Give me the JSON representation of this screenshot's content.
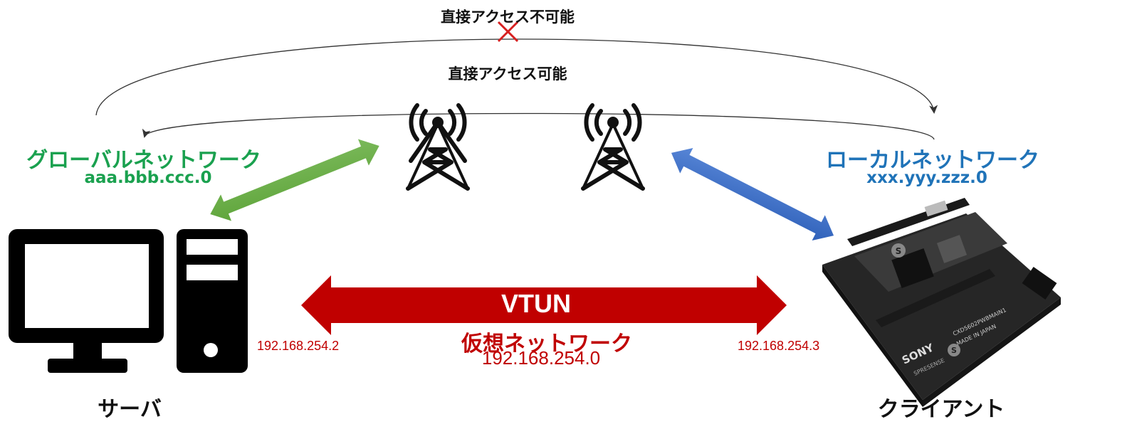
{
  "top_arc": {
    "label": "直接アクセス不可能"
  },
  "bottom_arc": {
    "label": "直接アクセス可能"
  },
  "global_network": {
    "title": "グローバルネットワーク",
    "subnet": "aaa.bbb.ccc.0"
  },
  "local_network": {
    "title": "ローカルネットワーク",
    "subnet": "xxx.yyy.zzz.0"
  },
  "vtun": {
    "label": "VTUN",
    "network_title": "仮想ネットワーク",
    "network_subnet": "192.168.254.0",
    "server_ip": "192.168.254.2",
    "client_ip": "192.168.254.3"
  },
  "server": {
    "label": "サーバ"
  },
  "client": {
    "label": "クライアント"
  },
  "board": {
    "brand": "SONY",
    "product": "SPRESENSE",
    "model": "CXD5602PWBMAIN1",
    "origin": "MADE IN JAPAN"
  },
  "colors": {
    "global": "#1aa14f",
    "local": "#1f73b8",
    "vtun": "#c00000",
    "green_arrow": "#6ab04c",
    "blue_arrow": "#3f6fc8"
  }
}
